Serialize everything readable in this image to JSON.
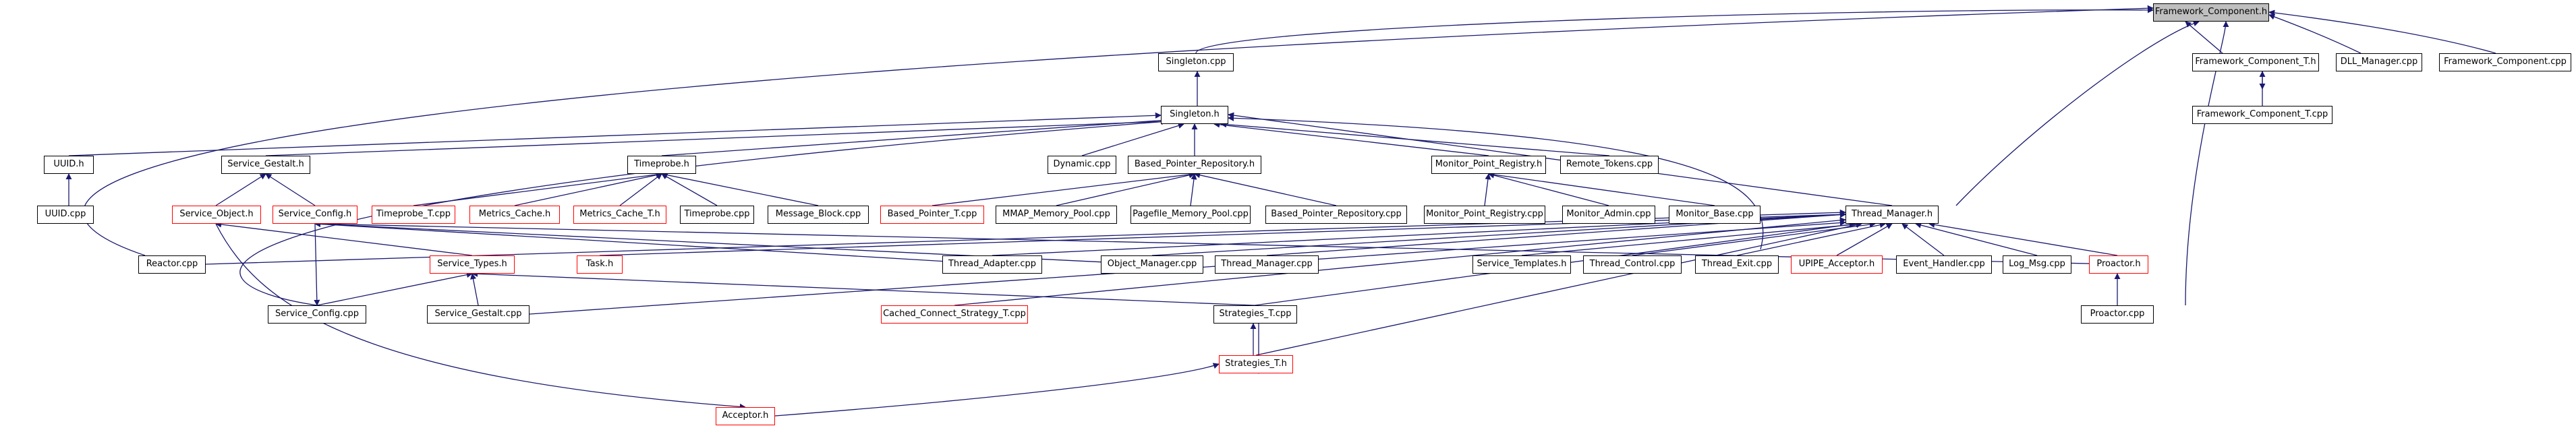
{
  "colors": {
    "edge": "#191970",
    "node_border": "#000000",
    "node_border_external": "#ff0000",
    "root_fill": "#bfbfbf"
  },
  "nodes": {
    "framework_component_h": {
      "label": "Framework_Component.h"
    },
    "singleton_cpp": {
      "label": "Singleton.cpp"
    },
    "framework_component_t_h": {
      "label": "Framework_Component_T.h"
    },
    "dll_manager_cpp": {
      "label": "DLL_Manager.cpp"
    },
    "framework_component_cpp": {
      "label": "Framework_Component.cpp"
    },
    "singleton_h": {
      "label": "Singleton.h"
    },
    "framework_component_t_cpp": {
      "label": "Framework_Component_T.cpp"
    },
    "uuid_h": {
      "label": "UUID.h"
    },
    "service_gestalt_h": {
      "label": "Service_Gestalt.h"
    },
    "timeprobe_h": {
      "label": "Timeprobe.h"
    },
    "dynamic_cpp": {
      "label": "Dynamic.cpp"
    },
    "based_pointer_repository_h": {
      "label": "Based_Pointer_Repository.h"
    },
    "monitor_point_registry_h": {
      "label": "Monitor_Point_Registry.h"
    },
    "remote_tokens_cpp": {
      "label": "Remote_Tokens.cpp"
    },
    "uuid_cpp": {
      "label": "UUID.cpp"
    },
    "service_object_h": {
      "label": "Service_Object.h"
    },
    "service_config_h": {
      "label": "Service_Config.h"
    },
    "timeprobe_t_cpp": {
      "label": "Timeprobe_T.cpp"
    },
    "metrics_cache_h": {
      "label": "Metrics_Cache.h"
    },
    "metrics_cache_t_h": {
      "label": "Metrics_Cache_T.h"
    },
    "timeprobe_cpp": {
      "label": "Timeprobe.cpp"
    },
    "message_block_cpp": {
      "label": "Message_Block.cpp"
    },
    "based_pointer_t_cpp": {
      "label": "Based_Pointer_T.cpp"
    },
    "mmap_memory_pool_cpp": {
      "label": "MMAP_Memory_Pool.cpp"
    },
    "pagefile_memory_pool_cpp": {
      "label": "Pagefile_Memory_Pool.cpp"
    },
    "based_pointer_repository_cpp": {
      "label": "Based_Pointer_Repository.cpp"
    },
    "monitor_point_registry_cpp": {
      "label": "Monitor_Point_Registry.cpp"
    },
    "monitor_admin_cpp": {
      "label": "Monitor_Admin.cpp"
    },
    "monitor_base_cpp": {
      "label": "Monitor_Base.cpp"
    },
    "thread_manager_h": {
      "label": "Thread_Manager.h"
    },
    "reactor_cpp": {
      "label": "Reactor.cpp"
    },
    "service_types_h": {
      "label": "Service_Types.h"
    },
    "task_h": {
      "label": "Task.h"
    },
    "thread_adapter_cpp": {
      "label": "Thread_Adapter.cpp"
    },
    "object_manager_cpp": {
      "label": "Object_Manager.cpp"
    },
    "thread_manager_cpp": {
      "label": "Thread_Manager.cpp"
    },
    "service_templates_h": {
      "label": "Service_Templates.h"
    },
    "thread_control_cpp": {
      "label": "Thread_Control.cpp"
    },
    "thread_exit_cpp": {
      "label": "Thread_Exit.cpp"
    },
    "upipe_acceptor_h": {
      "label": "UPIPE_Acceptor.h"
    },
    "event_handler_cpp": {
      "label": "Event_Handler.cpp"
    },
    "log_msg_cpp": {
      "label": "Log_Msg.cpp"
    },
    "proactor_h": {
      "label": "Proactor.h"
    },
    "service_config_cpp": {
      "label": "Service_Config.cpp"
    },
    "service_gestalt_cpp": {
      "label": "Service_Gestalt.cpp"
    },
    "cached_connect_strategy_t_cpp": {
      "label": "Cached_Connect_Strategy_T.cpp"
    },
    "strategies_t_cpp": {
      "label": "Strategies_T.cpp"
    },
    "proactor_cpp": {
      "label": "Proactor.cpp"
    },
    "strategies_t_h": {
      "label": "Strategies_T.h"
    },
    "acceptor_h": {
      "label": "Acceptor.h"
    }
  }
}
